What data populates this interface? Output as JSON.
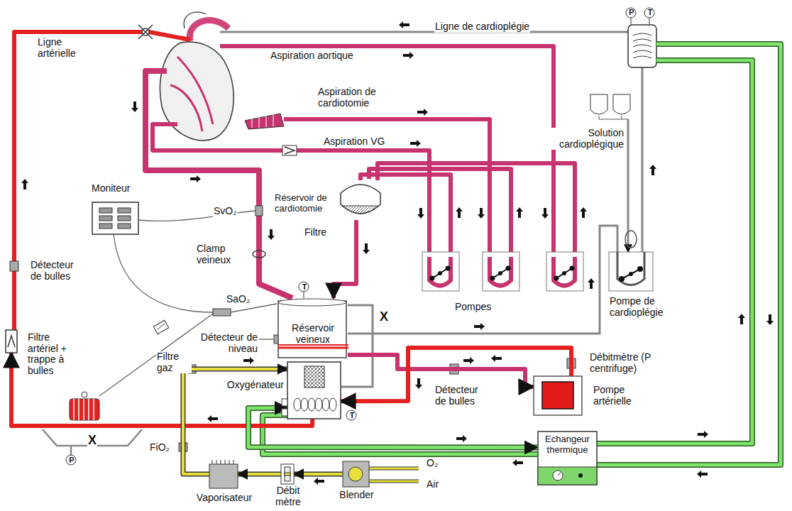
{
  "diagram": {
    "nodes": [
      {
        "text": [
          "Moniteur"
        ]
      },
      {
        "text": [
          "Réservoir de cardiotomie"
        ]
      },
      {
        "text": [
          "Réservoir veineux"
        ]
      },
      {
        "text": [
          "Oxygénateur"
        ]
      },
      {
        "text": [
          "Pompe artérielle"
        ]
      },
      {
        "text": [
          "Echangeur thermique"
        ]
      },
      {
        "text": [
          "Filtre artériel + trappe à bulles"
        ]
      },
      {
        "text": [
          "Pompe de cardioplégie"
        ]
      },
      {
        "text": [
          "Solution cardioplégique"
        ]
      },
      {
        "text": [
          "Vaporisateur"
        ]
      },
      {
        "text": [
          "Débit mètre"
        ]
      },
      {
        "text": [
          "Blender"
        ]
      }
    ],
    "edges": [
      {
        "from": 1,
        "to": 2,
        "arrow": "to"
      },
      {
        "from": 2,
        "to": 4,
        "arrow": "to"
      },
      {
        "from": 4,
        "to": 3,
        "arrow": "to"
      },
      {
        "from": 3,
        "to": 6,
        "arrow": "to"
      },
      {
        "from": 5,
        "to": 3,
        "arrow": "both"
      },
      {
        "from": 8,
        "to": 7,
        "arrow": "to"
      },
      {
        "from": 11,
        "to": 10,
        "arrow": "to"
      },
      {
        "from": 10,
        "to": 9,
        "arrow": "to"
      },
      {
        "from": 9,
        "to": 3,
        "arrow": "to"
      }
    ],
    "labels": [
      "Ligne artérielle",
      "Ligne de cardioplégie",
      "P",
      "T",
      "Aspiration aortique",
      "Aspiration de cardiotomie",
      "Aspiration VG",
      "SvO₂",
      "Filtre",
      "Clamp veineux",
      "Détecteur de bulles",
      "T",
      "SaO₂",
      "X",
      "Pompes",
      "Détecteur de niveau",
      "Filtre gaz",
      "Débitmètre (P centrifuge)",
      "Détecteur de bulles",
      "T",
      "FiO₂",
      "X",
      "P",
      "O₂",
      "Air"
    ]
  }
}
